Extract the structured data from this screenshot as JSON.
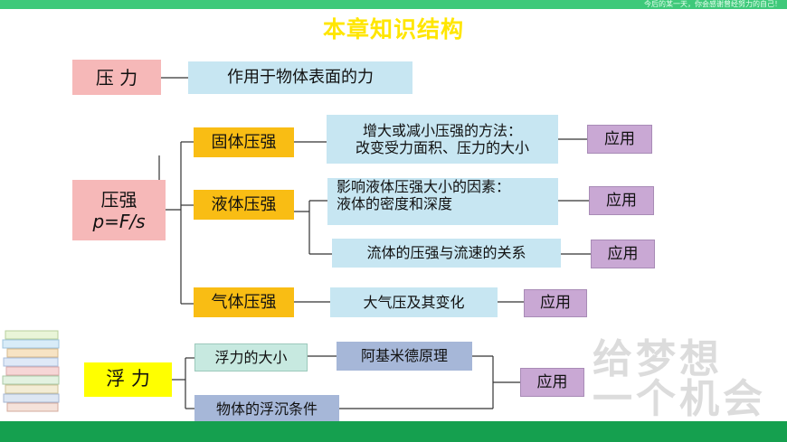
{
  "header": {
    "motto": "今后的某一天，你会感谢曾经努力的自己！"
  },
  "title": "本章知识结构",
  "pressure": {
    "label": "压 力",
    "definition": "作用于物体表面的力"
  },
  "pressure_intensity": {
    "label": "压强",
    "formula": "p=F/s",
    "solid": {
      "label": "固体压强",
      "method_line1": "增大或减小压强的方法：",
      "method_line2": "改变受力面积、压力的大小",
      "apply": "应用"
    },
    "liquid": {
      "label": "液体压强",
      "factor_line1": "影响液体压强大小的因素：",
      "factor_line2": "液体的密度和深度",
      "apply": "应用",
      "flow": "流体的压强与流速的关系",
      "flow_apply": "应用"
    },
    "gas": {
      "label": "气体压强",
      "detail": "大气压及其变化",
      "apply": "应用"
    }
  },
  "buoyancy": {
    "label": "浮 力",
    "size": "浮力的大小",
    "principle": "阿基米德原理",
    "condition": "物体的浮沉条件",
    "apply": "应用"
  },
  "watermark": {
    "line1": "给梦想",
    "line2": "一个机会"
  },
  "colors": {
    "top_bar": "#3ec97a",
    "bottom_bar": "#15a04f",
    "title": "#ffe600",
    "pink": "#f6b8b8",
    "gold": "#f9bd14",
    "light_blue": "#c7e6f2",
    "purple": "#c9a8d4",
    "navy": "#a6b7d8",
    "teal": "#c7e9e0",
    "yellow": "#ffff00"
  }
}
